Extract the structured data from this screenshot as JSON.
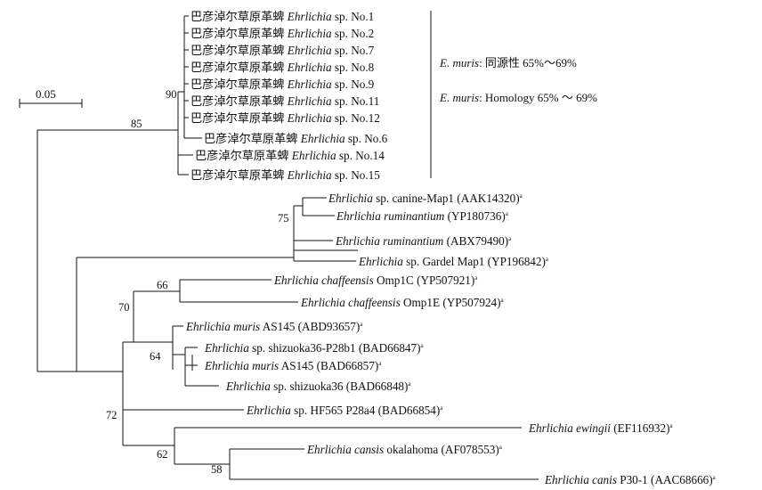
{
  "scale_bar": {
    "label": "0.05"
  },
  "bootstrap": {
    "root_upper": "85",
    "inner_clade": "90",
    "map1_clade": "75",
    "chaffeensis_muris_clade": "70",
    "chaffeensis_clade": "66",
    "muris_subclade": "64",
    "lower_clade": "72",
    "ewingii_canis_clade": "62",
    "canis_clade": "58"
  },
  "annotation": {
    "line1_species": "E. muris",
    "line1_text": ": 同源性 65%～69%",
    "line2_species": "E. muris",
    "line2_text": ": Homology 65% ～ 69%"
  },
  "sequences_new": [
    {
      "prefix": "巴彦淖尔草原革蜱 ",
      "genus": "Ehrlichia",
      "rest": " sp. No.1"
    },
    {
      "prefix": "巴彦淖尔草原革蜱 ",
      "genus": "Ehrlichia",
      "rest": " sp. No.2"
    },
    {
      "prefix": "巴彦淖尔草原革蜱 ",
      "genus": "Ehrlichia",
      "rest": " sp. No.7"
    },
    {
      "prefix": "巴彦淖尔草原革蜱 ",
      "genus": "Ehrlichia",
      "rest": " sp. No.8"
    },
    {
      "prefix": "巴彦淖尔草原革蜱 ",
      "genus": "Ehrlichia",
      "rest": " sp. No.9"
    },
    {
      "prefix": "巴彦淖尔草原革蜱 ",
      "genus": "Ehrlichia",
      "rest": " sp. No.11"
    },
    {
      "prefix": "巴彦淖尔草原革蜱 ",
      "genus": "Ehrlichia",
      "rest": " sp. No.12"
    },
    {
      "prefix": "巴彦淖尔草原革蜱 ",
      "genus": "Ehrlichia",
      "rest": " sp. No.6"
    },
    {
      "prefix": "巴彦淖尔草原革蜱 ",
      "genus": "Ehrlichia",
      "rest": " sp. No.14"
    },
    {
      "prefix": "巴彦淖尔草原革蜱 ",
      "genus": "Ehrlichia",
      "rest": " sp. No.15"
    }
  ],
  "references": [
    {
      "italic": "Ehrlichia",
      "plain": " sp. canine-Map1 (AAK14320)",
      "sup": "a"
    },
    {
      "italic": "Ehrlichia ruminantium",
      "plain": " (YP180736)",
      "sup": "a"
    },
    {
      "italic": "Ehrlichia ruminantium",
      "plain": " (ABX79490)",
      "sup": "a"
    },
    {
      "italic": "Ehrlichia",
      "plain": " sp. Gardel Map1 (YP196842)",
      "sup": "a"
    },
    {
      "italic": "Ehrlichia chaffeensis",
      "plain": " Omp1C (YP507921)",
      "sup": "a"
    },
    {
      "italic": "Ehrlichia chaffeensis",
      "plain": " Omp1E (YP507924)",
      "sup": "a"
    },
    {
      "italic": "Ehrlichia muris",
      "plain": " AS145 (ABD93657)",
      "sup": "a"
    },
    {
      "italic": "Ehrlichia",
      "plain": " sp. shizuoka36-P28b1 (BAD66847)",
      "sup": "a"
    },
    {
      "italic": "Ehrlichia muris",
      "plain": " AS145 (BAD66857)",
      "sup": "a"
    },
    {
      "italic": "Ehrlichia",
      "plain": " sp. shizuoka36 (BAD66848)",
      "sup": "a"
    },
    {
      "italic": "Ehrlichia",
      "plain": " sp. HF565 P28a4 (BAD66854)",
      "sup": "a"
    },
    {
      "italic": "Ehrlichia ewingii",
      "plain": " (EF116932)",
      "sup": "a"
    },
    {
      "italic": "Ehrlichia cansis",
      "plain": " okalahoma (AF078553)",
      "sup": "a"
    },
    {
      "italic": "Ehrlichia canis",
      "plain": " P30-1 (AAC68666)",
      "sup": "a"
    }
  ]
}
